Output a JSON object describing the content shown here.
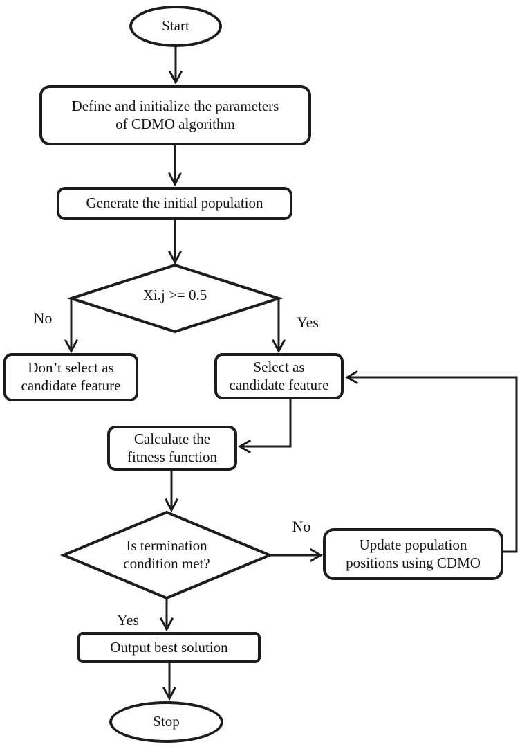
{
  "diagram": {
    "nodes": {
      "start": {
        "label": "Start"
      },
      "define": {
        "label": "Define and initialize the parameters\nof CDMO algorithm"
      },
      "generate": {
        "label": "Generate the initial population"
      },
      "decision1": {
        "label": "Xi.j >= 0.5"
      },
      "dont_select": {
        "label": "Don’t select as\ncandidate feature"
      },
      "select": {
        "label": "Select as\ncandidate feature"
      },
      "calculate": {
        "label": "Calculate the\nfitness function"
      },
      "decision2": {
        "label": "Is termination\ncondition met?"
      },
      "update": {
        "label": "Update population\npositions using CDMO"
      },
      "output": {
        "label": "Output best solution"
      },
      "stop": {
        "label": "Stop"
      }
    },
    "edge_labels": {
      "no1": "No",
      "yes1": "Yes",
      "no2": "No",
      "yes2": "Yes"
    },
    "colors": {
      "stroke": "#1c1c1c",
      "background": "#ffffff"
    }
  }
}
